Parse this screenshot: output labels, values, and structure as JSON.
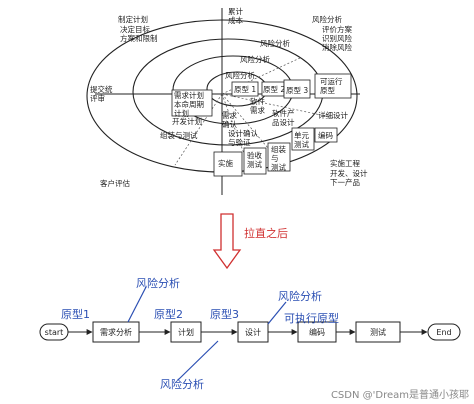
{
  "spiral": {
    "cumulative_cost": "累计\n成本",
    "plan_top": "制定计划",
    "plan_top_sub": "决定目标\n方案和限制",
    "risk_top": "风险分析",
    "risk_top_sub": "评价方案\n识别风险\n消除风险",
    "submit_review": "提交统\n评审",
    "customer_eval": "客户评估",
    "risk_ring1": "风险分析",
    "risk_ring2": "风险分析",
    "risk_ring3": "风险分析",
    "proto1": "原型 1",
    "proto2": "原型 2",
    "proto3": "原型 3",
    "executable_proto": "可运行\n原型",
    "req_plan": "需求计划\n本命周期\n计划",
    "dev_plan": "开发计划",
    "integ_test_plan": "组装与测试",
    "software_req": "软件\n需求",
    "req_confirm": "需求\n确认",
    "design_confirm": "设计确认\n与验证",
    "product_design": "软件产\n品设计",
    "detail_design": "详细设计",
    "unit_test": "单元\n测试",
    "coding": "编码",
    "integ_test": "组装\n与\n测试",
    "acceptance": "验收\n测试",
    "implement": "实施",
    "eng": "实施工程",
    "next_product": "开发、设计\n下一产品"
  },
  "transform_label": "拉直之后",
  "flow": {
    "start": "start",
    "steps": [
      "需求分析",
      "计划",
      "设计",
      "编码",
      "测试"
    ],
    "end": "End"
  },
  "annotations": {
    "proto1": "原型1",
    "proto2": "原型2",
    "proto3": "原型3",
    "risk1": "风险分析",
    "risk2": "风险分析",
    "risk3": "风险分析",
    "exec_proto": "可执行原型"
  },
  "watermark": "CSDN @'Dream是普通小孩耶",
  "colors": {
    "blue": "#2b4fb3",
    "red": "#d03030",
    "line": "#222222"
  }
}
